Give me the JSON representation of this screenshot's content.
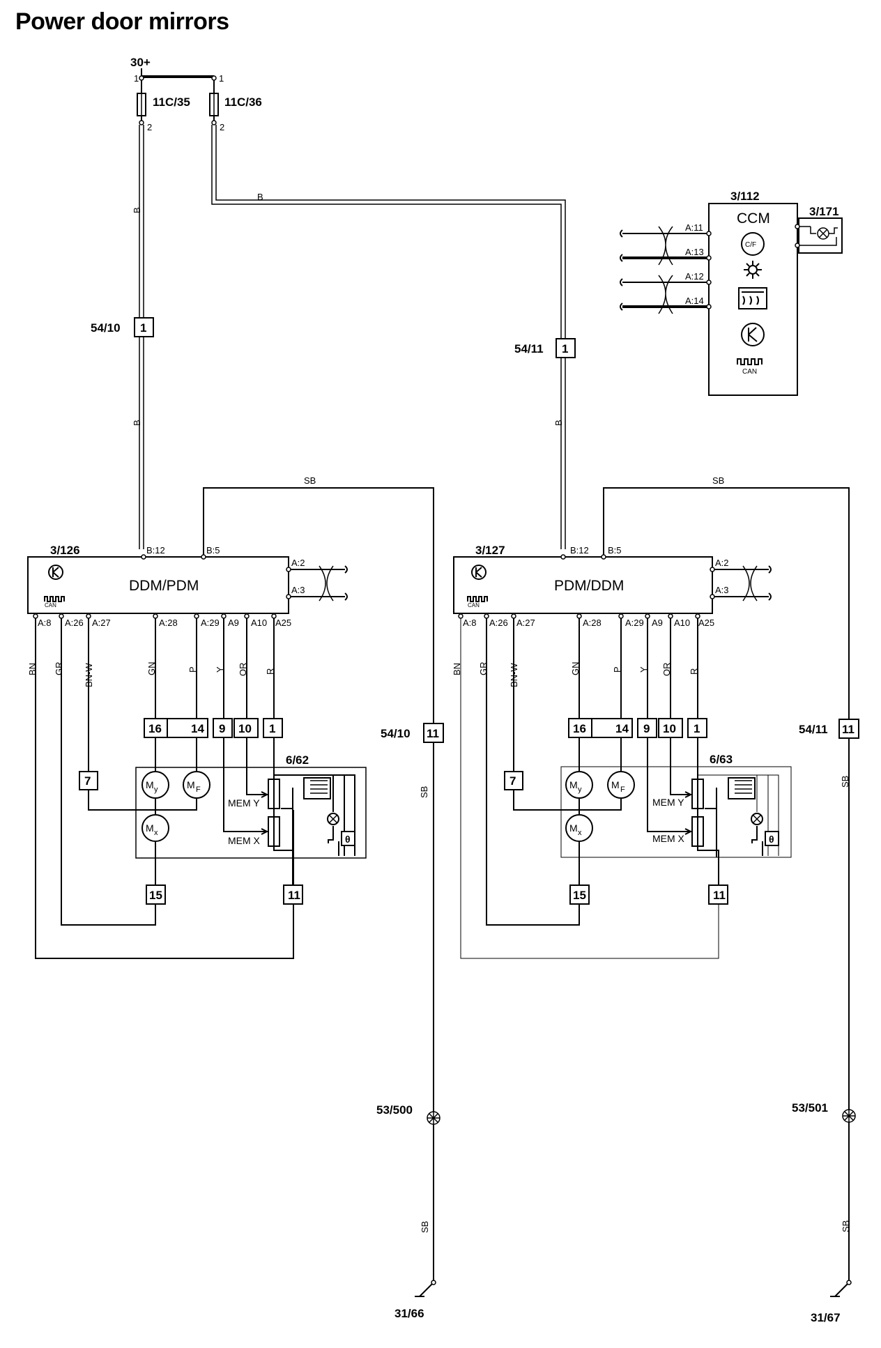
{
  "title": "Power door mirrors",
  "supply": {
    "terminal": "30+",
    "fuse_left": {
      "id": "11C/35",
      "pin_top": "1",
      "pin_bottom": "2"
    },
    "fuse_right": {
      "id": "11C/36",
      "pin_top": "1",
      "pin_bottom": "2"
    },
    "wire_color": "B"
  },
  "connectors": {
    "c5410": {
      "id": "54/10",
      "pin": "1"
    },
    "c5411": {
      "id": "54/11",
      "pin": "1"
    },
    "c5410_sb": {
      "id": "54/10",
      "pin": "11"
    },
    "c5411_sb": {
      "id": "54/11",
      "pin": "11"
    }
  },
  "ccm": {
    "id": "3/112",
    "name": "CCM",
    "pins": [
      "A:11",
      "A:13",
      "A:12",
      "A:14"
    ],
    "icon_labels": {
      "temp": "C/F",
      "can": "CAN"
    },
    "bulb_id": "3/171"
  },
  "modules": [
    {
      "id": "3/126",
      "name": "DDM/PDM",
      "pins_top": [
        "B:12",
        "B:5"
      ],
      "pins_right": [
        "A:2",
        "A:3"
      ],
      "pins_bottom": [
        "A:8",
        "A:26",
        "A:27",
        "A:28",
        "A:29",
        "A9",
        "A10",
        "A25"
      ],
      "wire_colors": [
        "BN",
        "GR",
        "BN-W",
        "GN",
        "P",
        "Y",
        "OR",
        "R"
      ],
      "mirror": {
        "id": "6/62",
        "connector_pins": [
          "16",
          "14",
          "9",
          "10",
          "1"
        ],
        "pin7": "7",
        "pin15": "15",
        "pin11": "11",
        "mem_y": "MEM Y",
        "mem_x": "MEM X",
        "motor_y": "M",
        "motor_y_sub": "y",
        "motor_f": "M",
        "motor_f_sub": "F",
        "motor_x": "M",
        "motor_x_sub": "x",
        "theta": "θ"
      },
      "ground_wire": "SB",
      "ground_point": "53/500",
      "ground_terminal": "31/66",
      "can_label": "CAN"
    },
    {
      "id": "3/127",
      "name": "PDM/DDM",
      "pins_top": [
        "B:12",
        "B:5"
      ],
      "pins_right": [
        "A:2",
        "A:3"
      ],
      "pins_bottom": [
        "A:8",
        "A:26",
        "A:27",
        "A:28",
        "A:29",
        "A9",
        "A10",
        "A25"
      ],
      "wire_colors": [
        "BN",
        "GR",
        "BN-W",
        "GN",
        "P",
        "Y",
        "OR",
        "R"
      ],
      "mirror": {
        "id": "6/63",
        "connector_pins": [
          "16",
          "14",
          "9",
          "10",
          "1"
        ],
        "pin7": "7",
        "pin15": "15",
        "pin11": "11",
        "mem_y": "MEM Y",
        "mem_x": "MEM X",
        "motor_y": "M",
        "motor_y_sub": "y",
        "motor_f": "M",
        "motor_f_sub": "F",
        "motor_x": "M",
        "motor_x_sub": "x",
        "theta": "θ"
      },
      "ground_wire": "SB",
      "ground_point": "53/501",
      "ground_terminal": "31/67",
      "can_label": "CAN"
    }
  ]
}
